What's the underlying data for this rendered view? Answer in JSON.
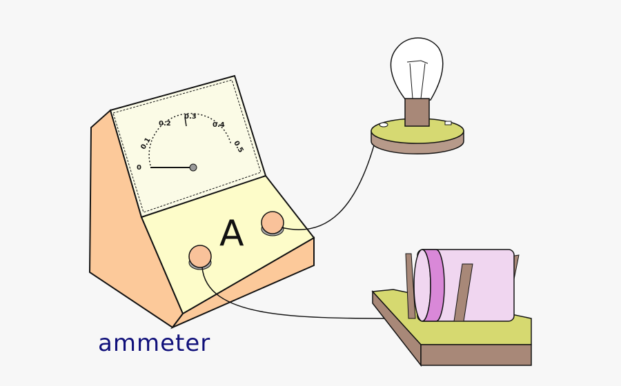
{
  "caption": "ammeter",
  "meter": {
    "symbol": "A",
    "scale_labels": [
      "0",
      "0.1",
      "0.2",
      "0.3",
      "0.4",
      "0.5"
    ],
    "reading": "0"
  },
  "components": [
    "ammeter",
    "light-bulb",
    "rheostat"
  ],
  "colors": {
    "background": "#f7f7f7",
    "meter_body": "#fcc99a",
    "meter_face": "#fbfbe6",
    "meter_panel": "#fdfcc9",
    "terminal": "#f9c29a",
    "bulb_base": "#d6d972",
    "bulb_socket": "#a88878",
    "rheostat_board": "#d6d970",
    "rheostat_coil": "#f0d6f0",
    "rheostat_band": "#d988d8",
    "caption": "#10107a"
  }
}
